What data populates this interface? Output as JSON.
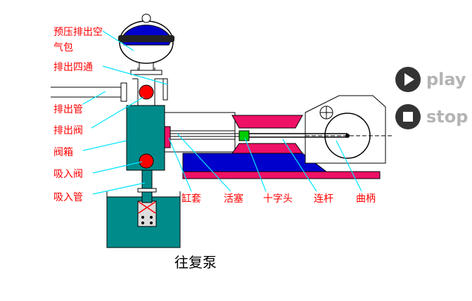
{
  "labels": {
    "air_chamber_1": "预压排出空",
    "air_chamber_2": "气包",
    "discharge_cross": "排出四通",
    "discharge_pipe": "排出管",
    "discharge_valve": "排出阀",
    "valve_box": "阀箱",
    "suction_valve": "吸入阀",
    "suction_pipe": "吸入管",
    "cylinder_liner": "缸套",
    "piston": "活塞",
    "crosshead": "十字头",
    "connecting_rod": "连杆",
    "crank": "曲柄"
  },
  "caption": "往复泵",
  "controls": {
    "play": "play",
    "stop": "stop"
  },
  "colors": {
    "label": "#ff0000",
    "leader": "#00e5ff",
    "body": "#008b8b",
    "blue": "#0000cc",
    "pink": "#ee1166",
    "valve": "#ff0000",
    "green": "#00cc00"
  }
}
